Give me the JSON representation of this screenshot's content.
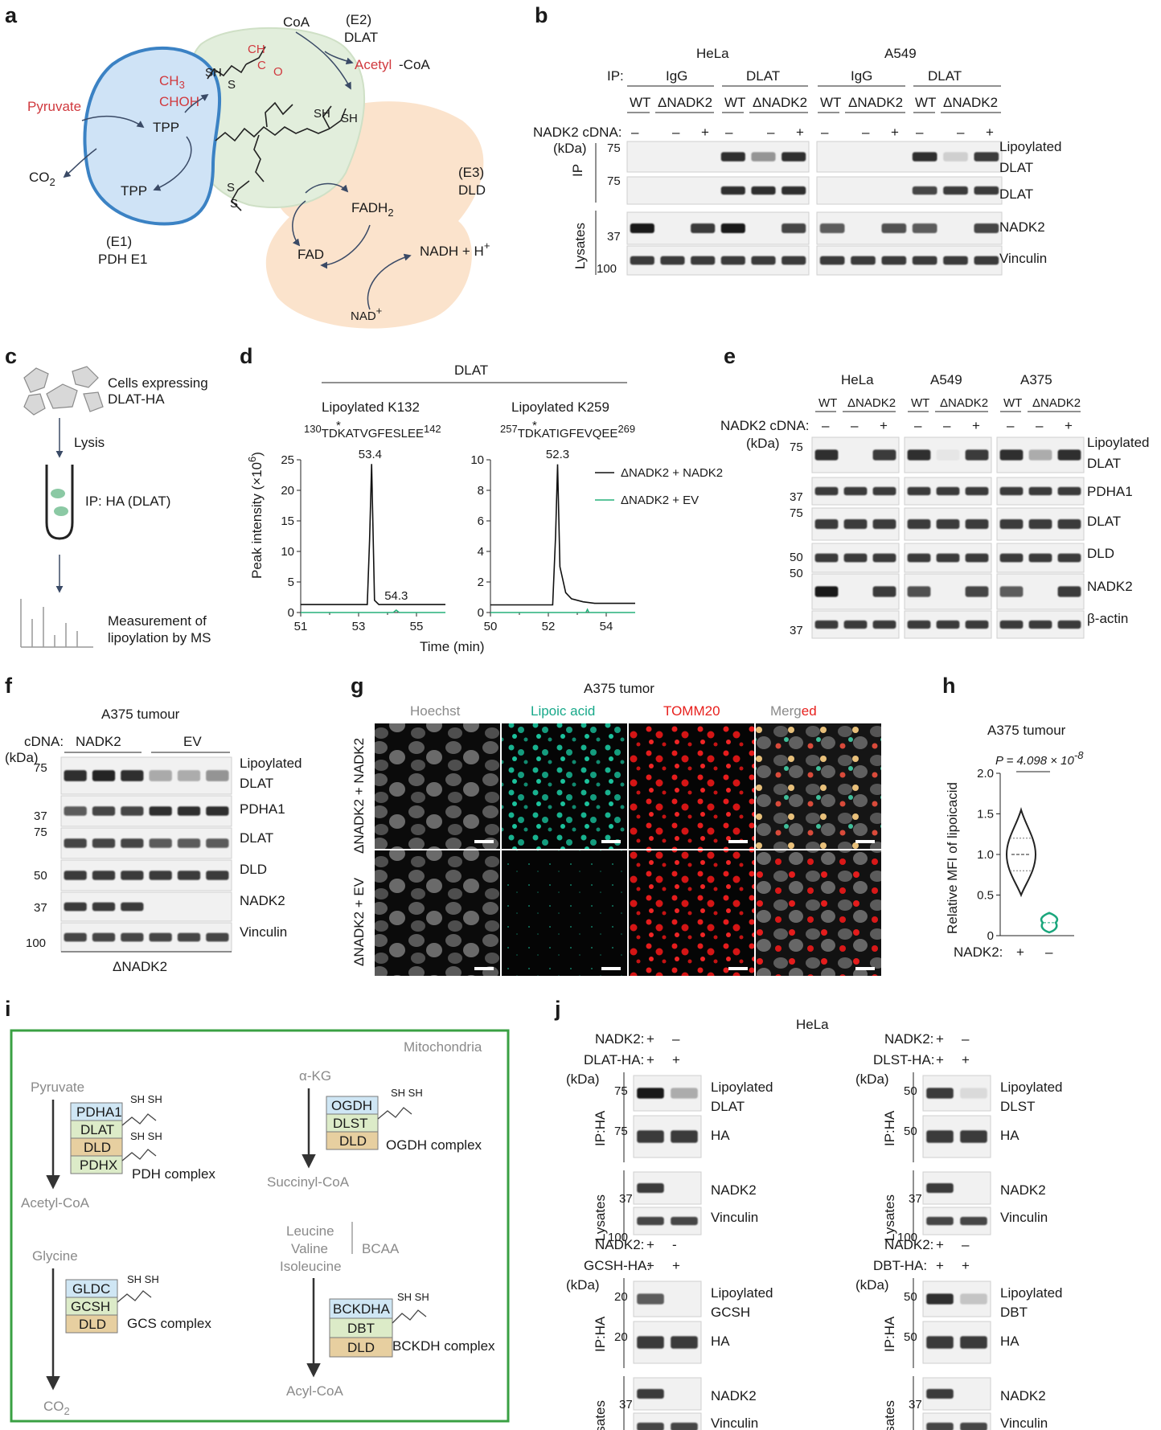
{
  "panels": {
    "a": "a",
    "b": "b",
    "c": "c",
    "d": "d",
    "e": "e",
    "f": "f",
    "g": "g",
    "h": "h",
    "i": "i",
    "j": "j"
  },
  "a": {
    "coa": "CoA",
    "e2": "(E2)",
    "dlat": "DLAT",
    "acetyl_red": "Acetyl",
    "acetyl_black": "-CoA",
    "pyruvate": "Pyruvate",
    "ch3": "CH",
    "ch3_sub": "3",
    "choh": "CHOH",
    "tpp": "TPP",
    "co2": "CO",
    "co2_sub": "2",
    "e1": "(E1)",
    "pdhe1": "PDH E1",
    "e3": "(E3)",
    "dld": "DLD",
    "fadh2": "FADH",
    "fadh2_sub": "2",
    "fad": "FAD",
    "nadh": "NADH + H",
    "nadh_sup": "+",
    "nad": "NAD",
    "nad_sup": "+",
    "sh": "SH",
    "s": "S",
    "c": "C",
    "o": "O"
  },
  "b": {
    "hela": "HeLa",
    "a549": "A549",
    "ip": "IP:",
    "igg": "IgG",
    "dlat": "DLAT",
    "wt": "WT",
    "dnadk2": "ΔNADK2",
    "cdna": "NADK2 cDNA:",
    "kda": "(kDa)",
    "ip_side": "IP",
    "lys_side": "Lysates",
    "m75": "75",
    "m37": "37",
    "m100": "100",
    "signs": [
      "–",
      "–",
      "+",
      "–",
      "–",
      "+"
    ],
    "rows": [
      "Lipoylated",
      "DLAT",
      "DLAT",
      "NADK2",
      "Vinculin"
    ],
    "blot": {
      "r1_hela": [
        0.02,
        0.02,
        0.02,
        0.9,
        0.4,
        0.9
      ],
      "r1_a549": [
        0.02,
        0.02,
        0.02,
        0.9,
        0.15,
        0.85
      ],
      "r2_hela": [
        0.02,
        0.02,
        0.02,
        0.9,
        0.9,
        0.9
      ],
      "r2_a549": [
        0.02,
        0.02,
        0.02,
        0.8,
        0.85,
        0.85
      ],
      "r3_hela": [
        1,
        0.02,
        0.85,
        1,
        0.02,
        0.8
      ],
      "r3_a549": [
        0.7,
        0.02,
        0.75,
        0.7,
        0.02,
        0.8
      ],
      "r4_hela": [
        0.85,
        0.85,
        0.85,
        0.85,
        0.85,
        0.85
      ],
      "r4_a549": [
        0.85,
        0.85,
        0.85,
        0.85,
        0.85,
        0.85
      ]
    }
  },
  "c": {
    "cells1": "Cells expressing",
    "cells2": "DLAT-HA",
    "lysis": "Lysis",
    "ip": "IP: HA (DLAT)",
    "ms1": "Measurement of",
    "ms2": "lipoylation by MS"
  },
  "d": {
    "header": "DLAT",
    "k132": "Lipoylated K132",
    "k259": "Lipoylated K259",
    "pep1_pre": "130",
    "pep1": "TDKATVGFESLEE",
    "pep1_post": "142",
    "pep2_pre": "257",
    "pep2": "TDKATIGFEVQEE",
    "pep2_post": "269",
    "star": "*",
    "ylabel": "Peak intensity (×10",
    "ylabel_sup": "6",
    "ylabel_end": ")",
    "xlabel": "Time (min)",
    "peak1": "53.4",
    "peak1b": "54.3",
    "peak2": "52.3",
    "legend1": "ΔNADK2 + NADK2",
    "legend2": "ΔNADK2 + EV",
    "ticks1": [
      "0",
      "5",
      "10",
      "15",
      "20",
      "25"
    ],
    "ticks2": [
      "0",
      "2",
      "4",
      "6",
      "8",
      "10"
    ],
    "xt1": [
      "51",
      "53",
      "55"
    ],
    "xt2": [
      "50",
      "52",
      "54"
    ]
  },
  "chart_data": [
    {
      "type": "line",
      "title": "Lipoylated K132",
      "xlabel": "Time (min)",
      "ylabel": "Peak intensity (×10^6)",
      "xlim": [
        51,
        56
      ],
      "ylim": [
        0,
        25
      ],
      "series": [
        {
          "name": "ΔNADK2 + NADK2",
          "color": "#111111",
          "x": [
            51,
            53.3,
            53.38,
            53.45,
            53.55,
            53.7,
            56
          ],
          "y": [
            1.3,
            1.3,
            12,
            24.3,
            2,
            1.3,
            1.3
          ]
        },
        {
          "name": "ΔNADK2 + EV",
          "color": "#26b07a",
          "x": [
            51,
            54.2,
            54.3,
            54.4,
            56
          ],
          "y": [
            0,
            0,
            0.4,
            0,
            0
          ]
        }
      ]
    },
    {
      "type": "line",
      "title": "Lipoylated K259",
      "xlabel": "Time (min)",
      "ylabel": "Peak intensity (×10^6)",
      "xlim": [
        50,
        55
      ],
      "ylim": [
        0,
        10
      ],
      "series": [
        {
          "name": "ΔNADK2 + NADK2",
          "color": "#111111",
          "x": [
            50,
            52.15,
            52.25,
            52.32,
            52.4,
            52.6,
            52.8,
            53.2,
            53.6,
            55
          ],
          "y": [
            0.5,
            0.5,
            5,
            9.7,
            3,
            1.3,
            0.9,
            0.7,
            0.6,
            0.6
          ]
        },
        {
          "name": "ΔNADK2 + EV",
          "color": "#26b07a",
          "x": [
            50,
            53.3,
            53.35,
            53.4,
            55
          ],
          "y": [
            0,
            0,
            0.2,
            0,
            0
          ]
        }
      ]
    },
    {
      "type": "violin",
      "title": "A375 tumour",
      "ylabel": "Relative MFI of lipoicacid",
      "ylim": [
        0,
        2.0
      ],
      "categories": [
        "+",
        "–"
      ],
      "values": [
        1.0,
        0.16
      ],
      "annotation": "P = 4.098 × 10^-8"
    }
  ],
  "e": {
    "hela": "HeLa",
    "a549": "A549",
    "a375": "A375",
    "wt": "WT",
    "dnadk2": "ΔNADK2",
    "cdna": "NADK2 cDNA:",
    "kda": "(kDa)",
    "signs": [
      "–",
      "–",
      "+"
    ],
    "rows": [
      "Lipoylated",
      "DLAT",
      "PDHA1",
      "DLAT",
      "DLD",
      "NADK2",
      "β-actin"
    ],
    "m75a": "75",
    "m37": "37",
    "m75b": "75",
    "m50a": "50",
    "m50b": "50",
    "m37b": "37",
    "blot": {
      "lip": [
        [
          0.9,
          0.02,
          0.85
        ],
        [
          0.9,
          0.05,
          0.85
        ],
        [
          0.9,
          0.3,
          0.9
        ]
      ],
      "nadk2": [
        [
          1,
          0.02,
          0.85
        ],
        [
          0.75,
          0.02,
          0.8
        ],
        [
          0.7,
          0.02,
          0.85
        ]
      ]
    }
  },
  "f": {
    "title": "A375 tumour",
    "cdna": "cDNA:",
    "nadk2": "NADK2",
    "ev": "EV",
    "kda": "(kDa)",
    "rows": [
      "Lipoylated",
      "DLAT",
      "PDHA1",
      "DLAT",
      "DLD",
      "NADK2",
      "Vinculin"
    ],
    "bottom": "ΔNADK2",
    "m75": "75",
    "m37": "37",
    "m75b": "75",
    "m50": "50",
    "m37b": "37",
    "m100": "100",
    "lip": [
      0.9,
      0.95,
      0.9,
      0.35,
      0.3,
      0.45
    ],
    "nadk2b": [
      0.85,
      0.85,
      0.85,
      0.02,
      0.02,
      0.02
    ]
  },
  "g": {
    "title": "A375 tumor",
    "hoechst": "Hoechst",
    "lipoic": "Lipoic acid",
    "tomm": "TOMM20",
    "merge1": "Merg",
    "merge2": "ed",
    "row1": "ΔNADK2 + NADK2",
    "row2": "ΔNADK2 + EV"
  },
  "h": {
    "title": "A375 tumour",
    "p": "P = 4.098 × 10",
    "p_sup": "-8",
    "ylabel": "Relative MFI of lipoicacid",
    "yt": [
      "0",
      "0.5",
      "1.0",
      "1.5",
      "2.0"
    ],
    "xlabel": "NADK2:",
    "plus": "+",
    "minus": "–"
  },
  "i": {
    "mito": "Mitochondria",
    "pyruvate": "Pyruvate",
    "acetyl": "Acetyl-CoA",
    "pdha1": "PDHA1",
    "dlat": "DLAT",
    "dld": "DLD",
    "pdhx": "PDHX",
    "pdh": "PDH complex",
    "akg": "α-KG",
    "ogdh": "OGDH",
    "dlst": "DLST",
    "ogdhc": "OGDH complex",
    "succ": "Succinyl-CoA",
    "glycine": "Glycine",
    "gldc": "GLDC",
    "gcsh": "GCSH",
    "gcs": "GCS complex",
    "co2": "CO",
    "co2_sub": "2",
    "leu": "Leucine",
    "val": "Valine",
    "ile": "Isoleucine",
    "bcaa": "BCAA",
    "bckdha": "BCKDHA",
    "dbt": "DBT",
    "bckdh": "BCKDH complex",
    "acyl": "Acyl-CoA",
    "sh": "SH",
    "shsh": "SH SH"
  },
  "j": {
    "hela": "HeLa",
    "nadk2": "NADK2:",
    "dlatha": "DLAT-HA:",
    "dlstha": "DLST-HA:",
    "gcshha": "GCSH-HA:",
    "dbtha": "DBT-HA:",
    "kda": "(kDa)",
    "ipha": "IP:HA",
    "lys": "Lysates",
    "plus": "+",
    "minus": "–",
    "dash": "-",
    "lip": "Lipoylated",
    "dlat": "DLAT",
    "dlst": "DLST",
    "gcsh": "GCSH",
    "dbt": "DBT",
    "ha": "HA",
    "nadk2b": "NADK2",
    "vinc": "Vinculin",
    "m75": "75",
    "m50": "50",
    "m37": "37",
    "m20": "20",
    "m100": "100"
  }
}
